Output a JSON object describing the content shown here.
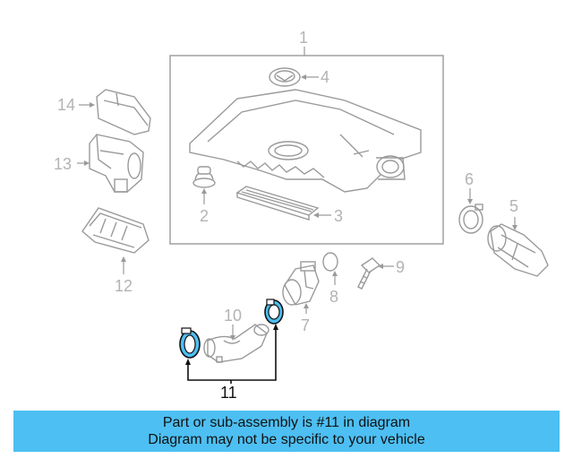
{
  "callouts": {
    "c1": "1",
    "c2": "2",
    "c3": "3",
    "c4": "4",
    "c5": "5",
    "c6": "6",
    "c7": "7",
    "c8": "8",
    "c9": "9",
    "c10": "10",
    "c11": "11",
    "c12": "12",
    "c13": "13",
    "c14": "14"
  },
  "highlight": {
    "part_number": "11",
    "color": "#4dbff3"
  },
  "banner": {
    "line1": "Part or sub-assembly is #11 in diagram",
    "line2": "Diagram may not be specific to your vehicle",
    "color": "#4dbff3"
  }
}
